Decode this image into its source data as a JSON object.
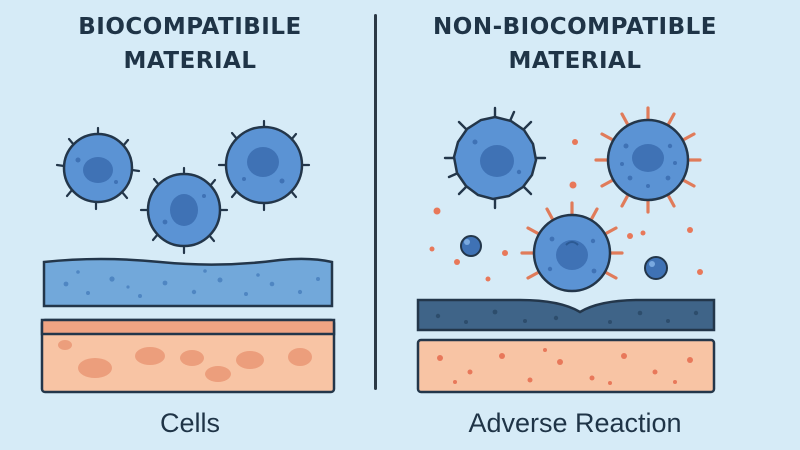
{
  "left_panel": {
    "title": "BIOCOMPATIBILE\nMATERIAL",
    "caption": "Cells"
  },
  "right_panel": {
    "title": "NON-BIOCOMPATIBLE\nMATERIAL",
    "caption": "Adverse Reaction"
  },
  "colors": {
    "background": "#d6ebf7",
    "cell_fill": "#5b93d4",
    "nucleus_fill": "#3f72b5",
    "outline": "#23364a",
    "material_layer": "#72a8da",
    "dark_material_layer": "#3f6488",
    "tissue": "#f8c4a4",
    "tissue_top": "#f0a483",
    "inflammation_spike": "#e07b5a",
    "debris_dot": "#e8785a"
  }
}
